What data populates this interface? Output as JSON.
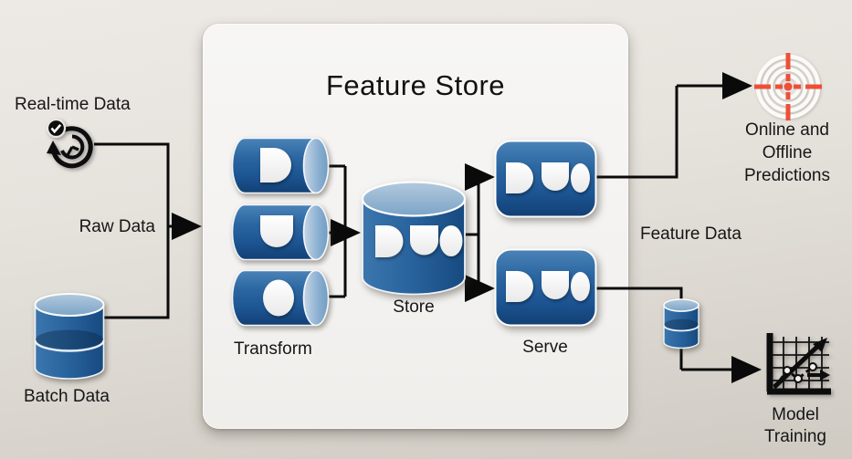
{
  "panel": {
    "title": "Feature Store"
  },
  "stages": {
    "transform": "Transform",
    "store": "Store",
    "serve": "Serve"
  },
  "inputs": {
    "realtime": "Real-time Data",
    "raw": "Raw Data",
    "batch": "Batch Data"
  },
  "outputs": {
    "feature_data": "Feature Data",
    "predictions": {
      "lines": [
        "Online and",
        "Offline",
        "Predictions"
      ]
    },
    "training": {
      "lines": [
        "Model",
        "Training"
      ]
    }
  },
  "icons": {
    "realtime": "clock-history-icon",
    "batch": "database-cylinder-icon",
    "transform": "pipeline-cylinder-icon",
    "store": "database-cylinder-icon",
    "serve": "feature-set-box-icon",
    "predictions": "target-crosshair-icon",
    "feature_db": "database-cylinder-icon",
    "training": "model-training-chart-icon"
  },
  "colors": {
    "node_blue": "#245d98",
    "node_blue_dark": "#123f73",
    "cap_blue": "#8fb2d3",
    "accent_red": "#ee4f38",
    "line": "#0a0a0a",
    "panel_bg": "#f5f4f2",
    "canvas_bg_top": "#edeae6",
    "canvas_bg_bottom": "#cfcbc3"
  }
}
